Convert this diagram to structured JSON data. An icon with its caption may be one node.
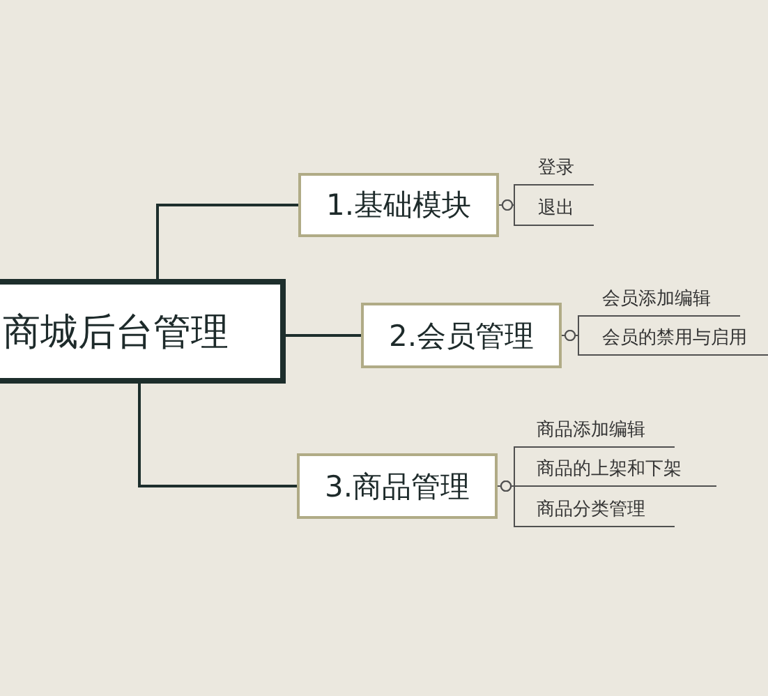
{
  "diagram": {
    "nodes": [
      {
        "text": [
          "商城后台管理"
        ]
      },
      {
        "text": [
          "1.基础模块"
        ]
      },
      {
        "text": [
          "2.会员管理"
        ]
      },
      {
        "text": [
          "3.商品管理"
        ]
      },
      {
        "text": [
          "登录"
        ]
      },
      {
        "text": [
          "退出"
        ]
      },
      {
        "text": [
          "会员添加编辑"
        ]
      },
      {
        "text": [
          "会员的禁用与启用"
        ]
      },
      {
        "text": [
          "商品添加编辑"
        ]
      },
      {
        "text": [
          "商品的上架和下架"
        ]
      },
      {
        "text": [
          "商品分类管理"
        ]
      }
    ],
    "edges": [
      {
        "from": 0,
        "to": 1,
        "arrow": "none"
      },
      {
        "from": 0,
        "to": 2,
        "arrow": "none"
      },
      {
        "from": 0,
        "to": 3,
        "arrow": "none"
      },
      {
        "from": 1,
        "to": 4,
        "arrow": "other"
      },
      {
        "from": 1,
        "to": 5,
        "arrow": "other"
      },
      {
        "from": 2,
        "to": 6,
        "arrow": "other"
      },
      {
        "from": 2,
        "to": 7,
        "arrow": "other"
      },
      {
        "from": 3,
        "to": 8,
        "arrow": "other"
      },
      {
        "from": 3,
        "to": 9,
        "arrow": "other"
      },
      {
        "from": 3,
        "to": 10,
        "arrow": "other"
      }
    ]
  }
}
